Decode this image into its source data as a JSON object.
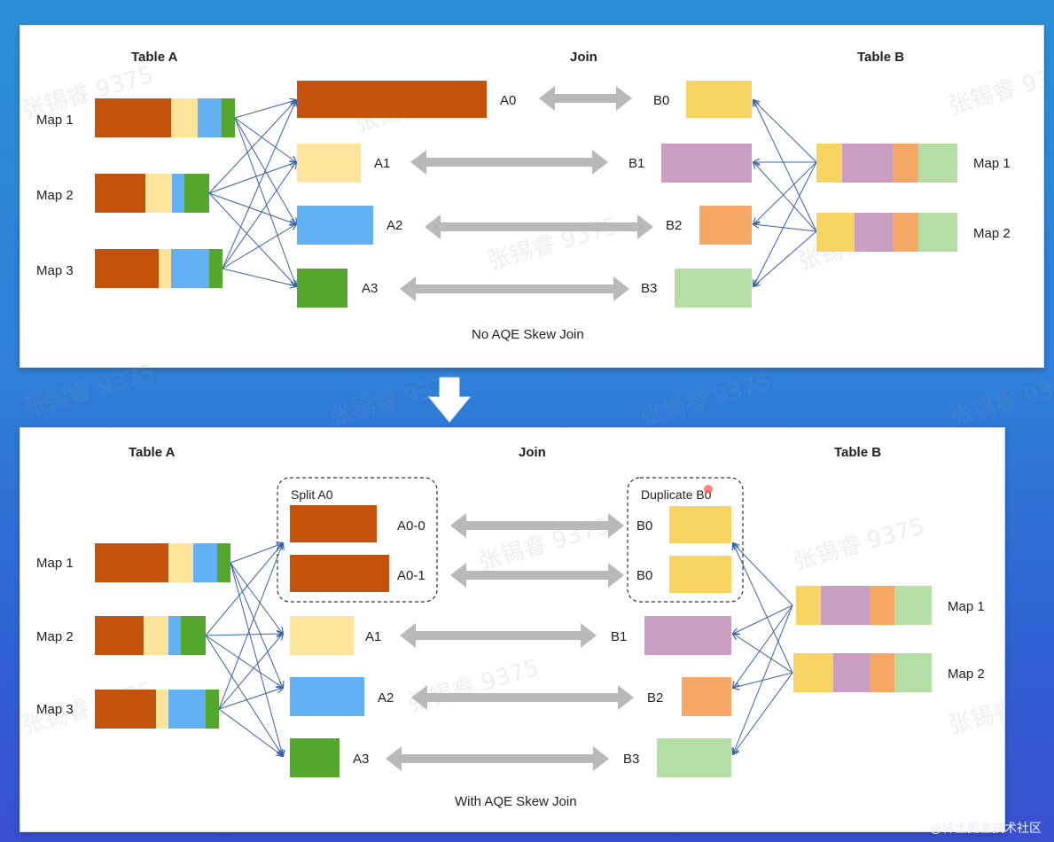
{
  "top": {
    "headers": {
      "table_a": "Table A",
      "join": "Join",
      "table_b": "Table B"
    },
    "maps_a": [
      "Map 1",
      "Map 2",
      "Map 3"
    ],
    "maps_b": [
      "Map 1",
      "Map 2"
    ],
    "partitions_a": [
      "A0",
      "A1",
      "A2",
      "A3"
    ],
    "partitions_b": [
      "B0",
      "B1",
      "B2",
      "B3"
    ],
    "caption": "No AQE Skew Join"
  },
  "bottom": {
    "headers": {
      "table_a": "Table A",
      "join": "Join",
      "table_b": "Table B"
    },
    "maps_a": [
      "Map 1",
      "Map 2",
      "Map 3"
    ],
    "maps_b": [
      "Map 1",
      "Map 2"
    ],
    "split_label": "Split A0",
    "duplicate_label": "Duplicate B0",
    "split_partitions": [
      "A0-0",
      "A0-1"
    ],
    "duplicate_partitions": [
      "B0",
      "B0"
    ],
    "partitions_a": [
      "A1",
      "A2",
      "A3"
    ],
    "partitions_b": [
      "B1",
      "B2",
      "B3"
    ],
    "caption": "With AQE Skew Join"
  },
  "watermark": "张锡睿 9375",
  "footer": "@稀土掘金技术社区",
  "colors": {
    "orange_brown": "#c2520c",
    "light_yellow": "#fde49a",
    "blue": "#62b1f4",
    "green": "#54a72c",
    "yellow": "#f8d563",
    "purple": "#c99ec0",
    "orange": "#f7a765",
    "light_green": "#b5dea5",
    "arrow_gray": "#b9b9b9",
    "line_blue": "#3a62a8"
  }
}
